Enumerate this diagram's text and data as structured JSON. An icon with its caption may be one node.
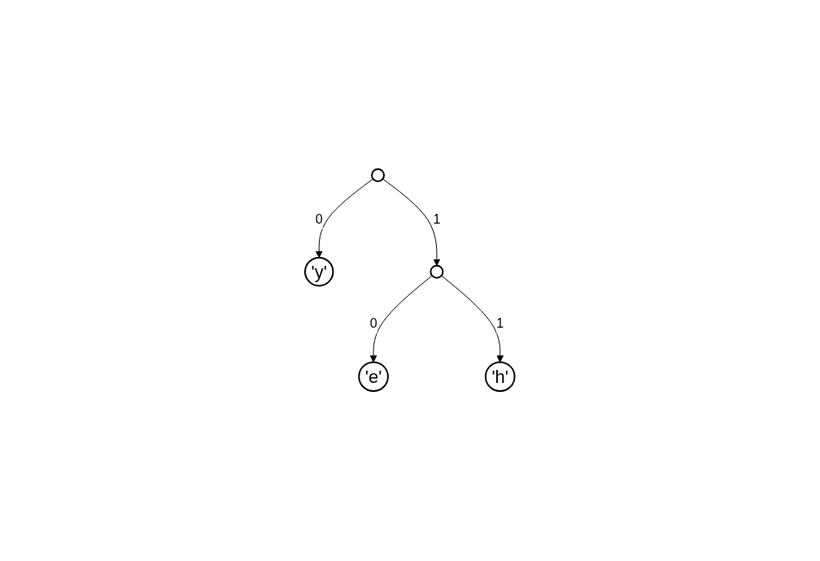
{
  "diagram": {
    "nodes": [
      {
        "text": [],
        "shape": "circle"
      },
      {
        "text": [
          "'y'"
        ]
      },
      {
        "text": [],
        "shape": "circle"
      },
      {
        "text": [
          "'e'"
        ]
      },
      {
        "text": [
          "'h'"
        ]
      }
    ],
    "edges": [
      {
        "from": 0,
        "to": 1,
        "arrow": "to",
        "label": "0"
      },
      {
        "from": 0,
        "to": 2,
        "arrow": "to",
        "label": "1"
      },
      {
        "from": 2,
        "to": 3,
        "arrow": "to",
        "label": "0"
      },
      {
        "from": 2,
        "to": 4,
        "arrow": "to",
        "label": "1"
      }
    ]
  }
}
